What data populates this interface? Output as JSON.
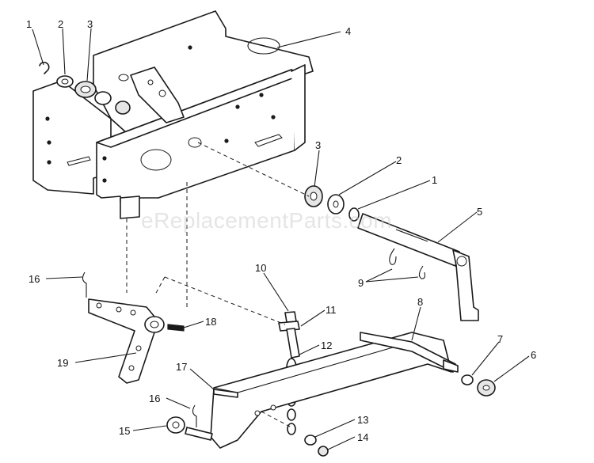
{
  "watermark": "eReplacementParts.com",
  "callouts": [
    {
      "id": "c1a",
      "text": "1"
    },
    {
      "id": "c2a",
      "text": "2"
    },
    {
      "id": "c3a",
      "text": "3"
    },
    {
      "id": "c4",
      "text": "4"
    },
    {
      "id": "c3b",
      "text": "3"
    },
    {
      "id": "c2b",
      "text": "2"
    },
    {
      "id": "c1b",
      "text": "1"
    },
    {
      "id": "c5",
      "text": "5"
    },
    {
      "id": "c9",
      "text": "9"
    },
    {
      "id": "c10",
      "text": "10"
    },
    {
      "id": "c11",
      "text": "11"
    },
    {
      "id": "c16a",
      "text": "16"
    },
    {
      "id": "c18",
      "text": "18"
    },
    {
      "id": "c19",
      "text": "19"
    },
    {
      "id": "c8",
      "text": "8"
    },
    {
      "id": "c12",
      "text": "12"
    },
    {
      "id": "c7",
      "text": "7"
    },
    {
      "id": "c6",
      "text": "6"
    },
    {
      "id": "c17",
      "text": "17"
    },
    {
      "id": "c16b",
      "text": "16"
    },
    {
      "id": "c15",
      "text": "15"
    },
    {
      "id": "c13",
      "text": "13"
    },
    {
      "id": "c14",
      "text": "14"
    }
  ]
}
